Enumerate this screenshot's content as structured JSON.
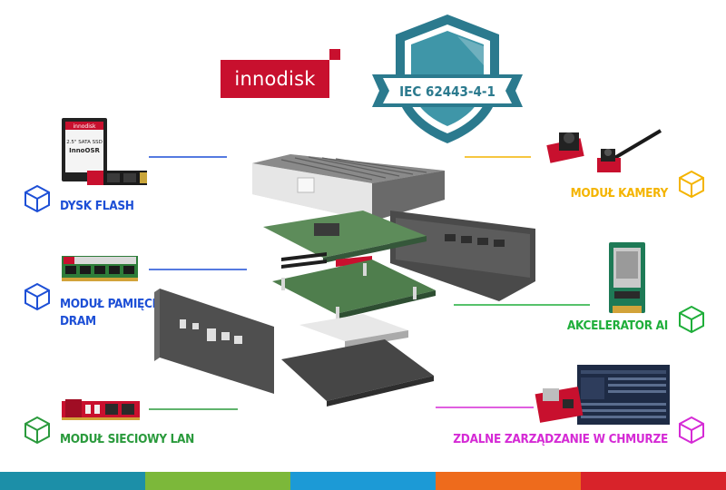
{
  "brand": {
    "name": "innodisk",
    "color": "#c8102e"
  },
  "certification": {
    "text": "IEC 62443-4-1",
    "color": "#2b7a8e"
  },
  "ssd_label": {
    "brand": "innodisk",
    "line1": "2.5\" SATA SSD",
    "line2": "InnoOSR"
  },
  "features": {
    "flash": {
      "label": "DYSK FLASH",
      "color": "#1d4fd6",
      "icon": "cube-icon"
    },
    "memory": {
      "line1": "MODUŁ PAMIĘCI",
      "line2": "DRAM",
      "color": "#1d4fd6",
      "icon": "cube-icon"
    },
    "lan": {
      "label": "MODUŁ SIECIOWY LAN",
      "color": "#2a9a3c",
      "icon": "cube-icon"
    },
    "camera": {
      "label": "MODUŁ KAMERY",
      "color": "#f4b400",
      "icon": "cube-icon"
    },
    "ai": {
      "label": "AKCELERATOR AI",
      "color": "#1fae3a",
      "icon": "cube-icon"
    },
    "cloud": {
      "label": "ZDALNE ZARZĄDZANIE W CHMURZE",
      "color": "#d52ad5",
      "icon": "cube-icon"
    }
  },
  "footer_colors": [
    "#1c8fa8",
    "#7cb83a",
    "#1c9ad6",
    "#ee6b1c",
    "#d8232a"
  ]
}
